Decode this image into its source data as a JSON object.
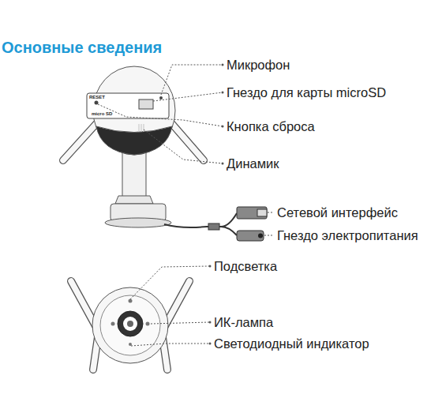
{
  "diagram": {
    "title": "Основные сведения",
    "labels": [
      "Микрофон",
      "Гнездо для карты microSD",
      "RESET",
      "micro SD",
      "Кнопка сброса",
      "Динамик",
      "Сетевой интерфейс",
      "Гнездо электропитания",
      "Подсветка",
      "ИК-лампа",
      "Светодиодный индикатор"
    ]
  }
}
